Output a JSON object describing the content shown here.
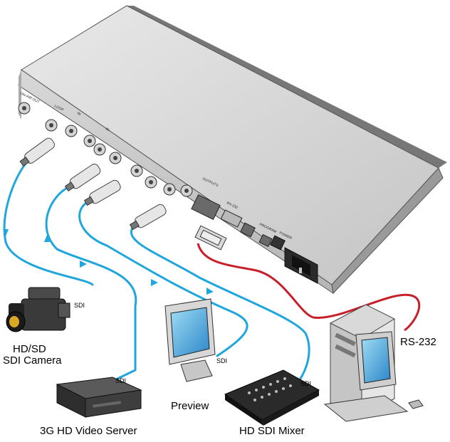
{
  "colors": {
    "cable": "#1fa6dd",
    "serial": "#c8202a",
    "chassis": "#cfcfcf",
    "chassis_dark": "#8e8e8e"
  },
  "devices": {
    "camera": {
      "line1": "HD/SD",
      "line2": "SDI Camera",
      "cable": "SDI",
      "icon": "video-camera-icon"
    },
    "server": {
      "label": "3G HD Video Server",
      "cable": "SDI",
      "icon": "video-server-icon"
    },
    "preview": {
      "label": "Preview",
      "cable": "SDI",
      "icon": "monitor-icon"
    },
    "mixer": {
      "label": "HD SDI Mixer",
      "cable": "SDI",
      "icon": "mixer-console-icon"
    },
    "pc": {
      "label": "RS-232",
      "icon": "desktop-pc-icon"
    }
  },
  "panel": {
    "ports": [
      "ON-AIR OUT",
      "LOOP",
      "IN",
      "IN",
      "OUTPUTS",
      "RS-232",
      "PROGRAM",
      "POWER"
    ]
  }
}
